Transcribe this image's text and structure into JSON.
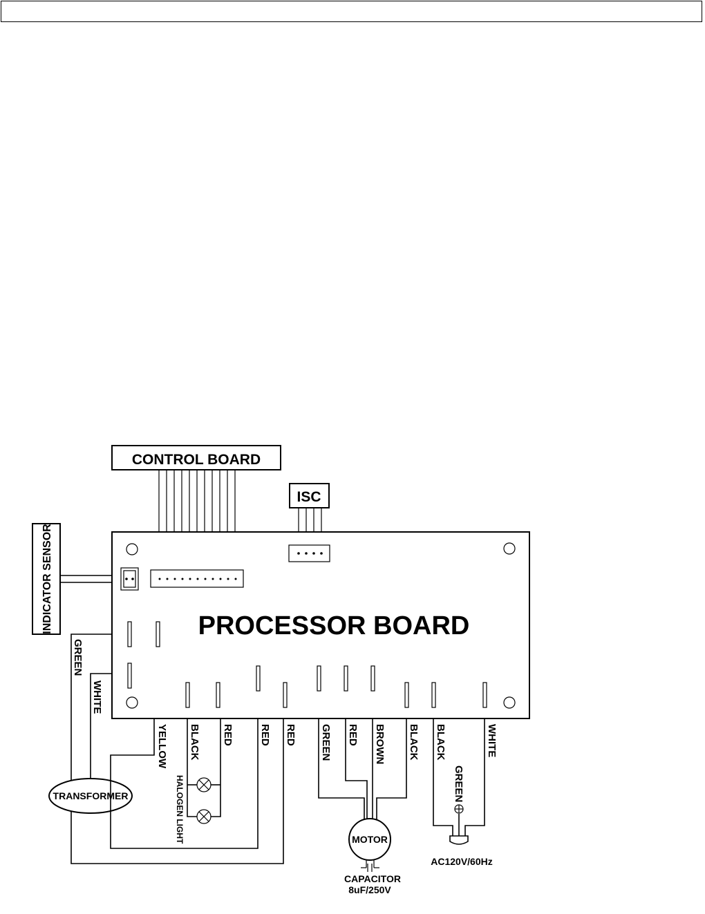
{
  "labels": {
    "control_board": "CONTROL BOARD",
    "isc": "ISC",
    "indicator_sensor": "INDICATOR SENSOR",
    "processor_board": "PROCESSOR BOARD",
    "transformer": "TRANSFORMER",
    "halogen_light": "HALOGEN LIGHT",
    "motor": "MOTOR",
    "capacitor": "CAPACITOR",
    "capacitor_rating": "8uF/250V",
    "power_supply": "AC120V/60Hz"
  },
  "wires": {
    "green_left": "GREEN",
    "white_left": "WHITE",
    "yellow": "YELLOW",
    "black_1": "BLACK",
    "red_1": "RED",
    "red_2": "RED",
    "red_3": "RED",
    "green_motor": "GREEN",
    "red_motor": "RED",
    "brown_motor": "BROWN",
    "black_motor": "BLACK",
    "black_power": "BLACK",
    "white_power": "WHITE",
    "green_ground": "GREEN"
  }
}
